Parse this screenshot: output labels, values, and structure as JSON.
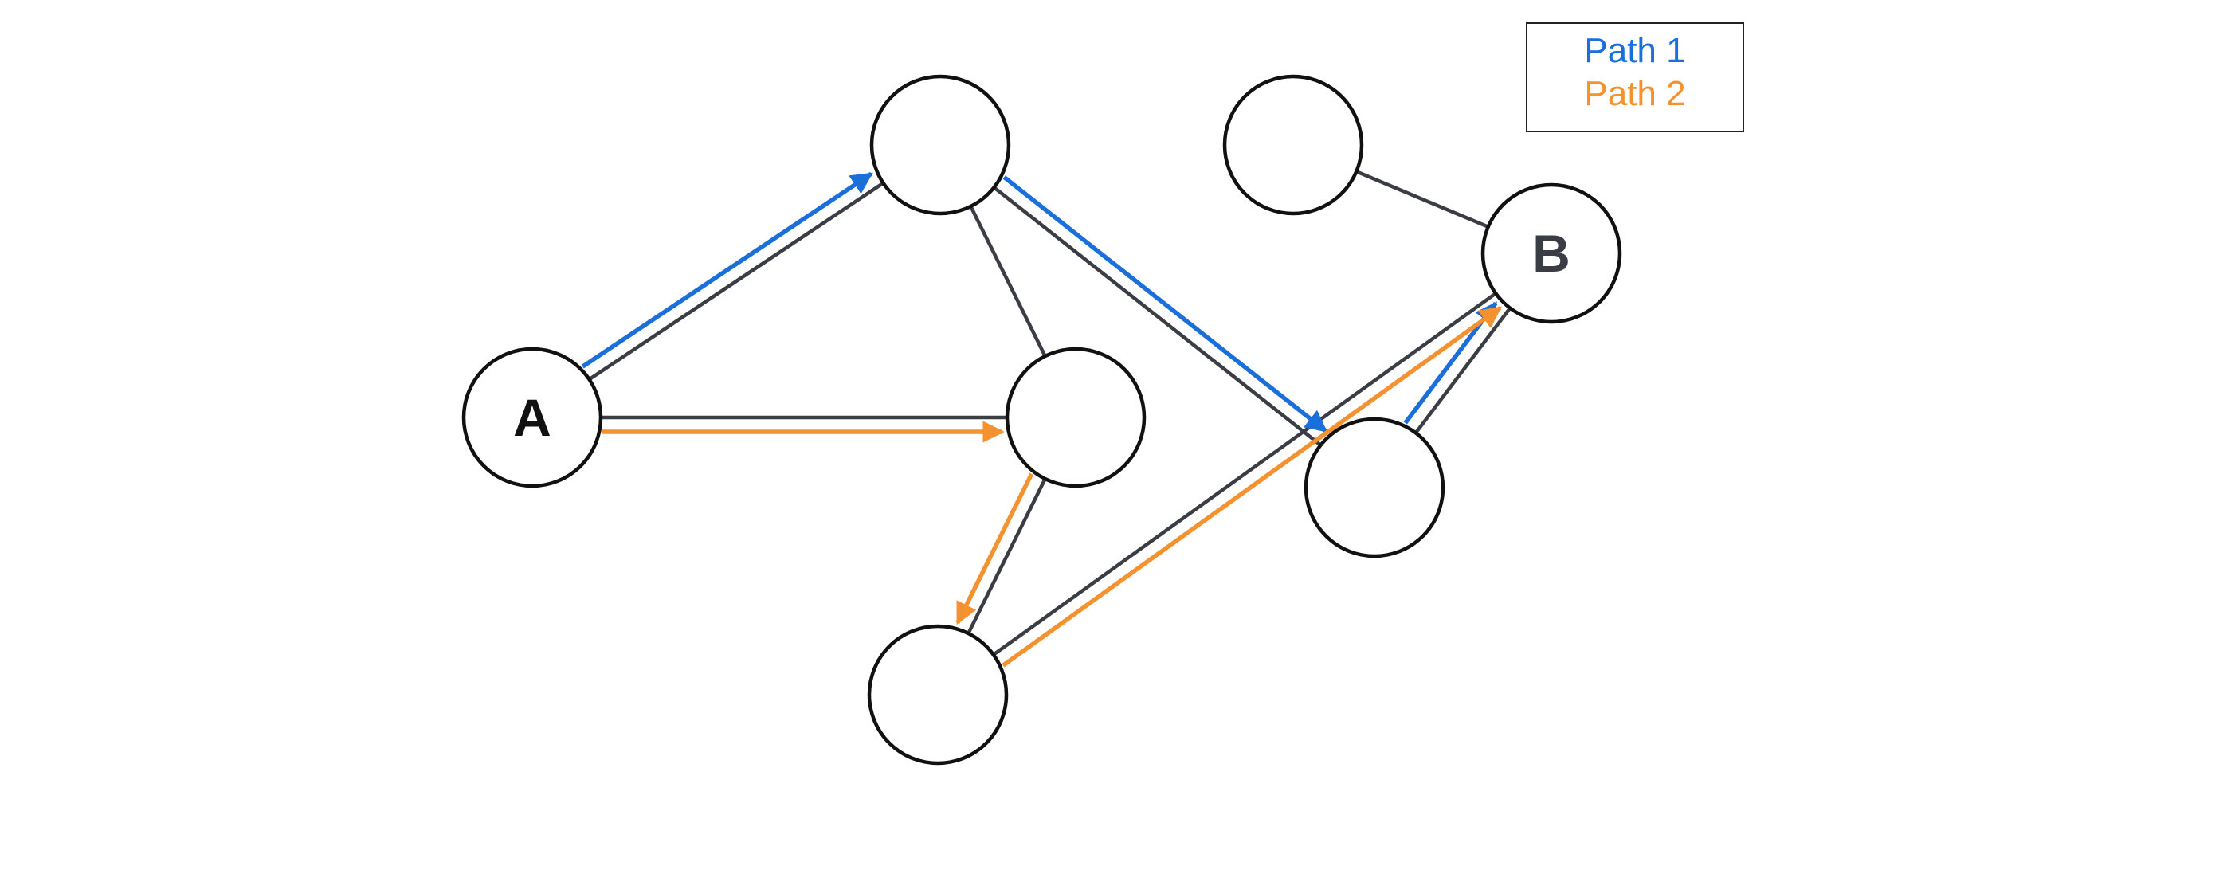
{
  "colors": {
    "path1": "#1a6fdb",
    "path2": "#f3922f",
    "edge": "#3a3d44",
    "node_stroke": "#111111",
    "labelA": "#111111",
    "labelB": "#3a3d44"
  },
  "nodes": [
    {
      "id": "A",
      "label": "A"
    },
    {
      "id": "N1",
      "label": ""
    },
    {
      "id": "N2",
      "label": ""
    },
    {
      "id": "N3",
      "label": ""
    },
    {
      "id": "N4",
      "label": ""
    },
    {
      "id": "N5",
      "label": ""
    },
    {
      "id": "B",
      "label": "B"
    }
  ],
  "edges": [
    [
      "A",
      "N1"
    ],
    [
      "A",
      "N2"
    ],
    [
      "N1",
      "N2"
    ],
    [
      "N1",
      "N4"
    ],
    [
      "N2",
      "N3"
    ],
    [
      "N3",
      "B"
    ],
    [
      "N4",
      "B"
    ],
    [
      "N5",
      "B"
    ]
  ],
  "legend": {
    "path1_label": "Path 1",
    "path2_label": "Path 2"
  },
  "paths": {
    "path1": [
      [
        "A",
        "N1"
      ],
      [
        "N1",
        "N4"
      ],
      [
        "N4",
        "B"
      ]
    ],
    "path2": [
      [
        "A",
        "N2"
      ],
      [
        "N2",
        "N3"
      ],
      [
        "N3",
        "B"
      ]
    ]
  }
}
